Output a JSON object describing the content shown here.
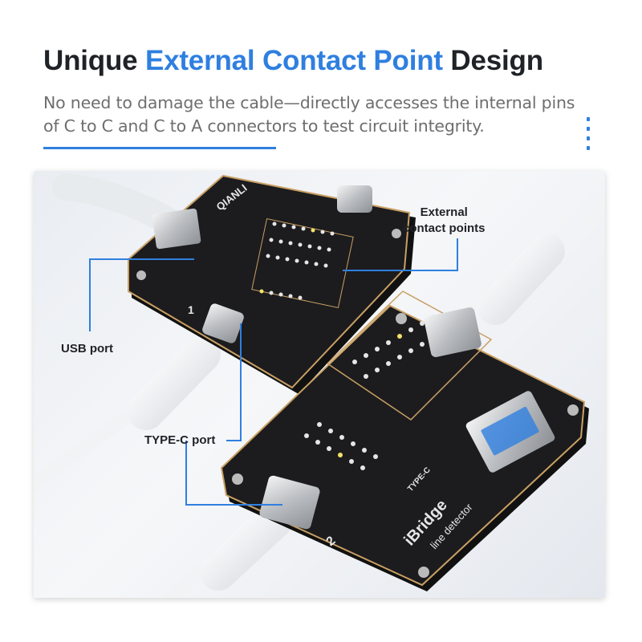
{
  "headline": {
    "part1": "Unique ",
    "accent": "External Contact Point",
    "part2": " Design"
  },
  "subtitle": {
    "line1": "No need to damage the cable—directly accesses the internal pins",
    "line2": "of C to C and C to A connectors to test circuit integrity."
  },
  "callouts": {
    "external_line1": "External",
    "external_line2": "contact points",
    "usb": "USB port",
    "typec": "TYPE-C port"
  },
  "board_text": {
    "brand": "QIANLI",
    "model": "iBridge",
    "subtitle": "line detector",
    "chip": "TYPE-C",
    "port1": "1",
    "port2": "2"
  },
  "colors": {
    "accent": "#2f7fe0",
    "heading": "#1f2226",
    "subtitle": "#6e6e6e",
    "board": "#1c1c1e",
    "board_trim": "#c9a064"
  }
}
